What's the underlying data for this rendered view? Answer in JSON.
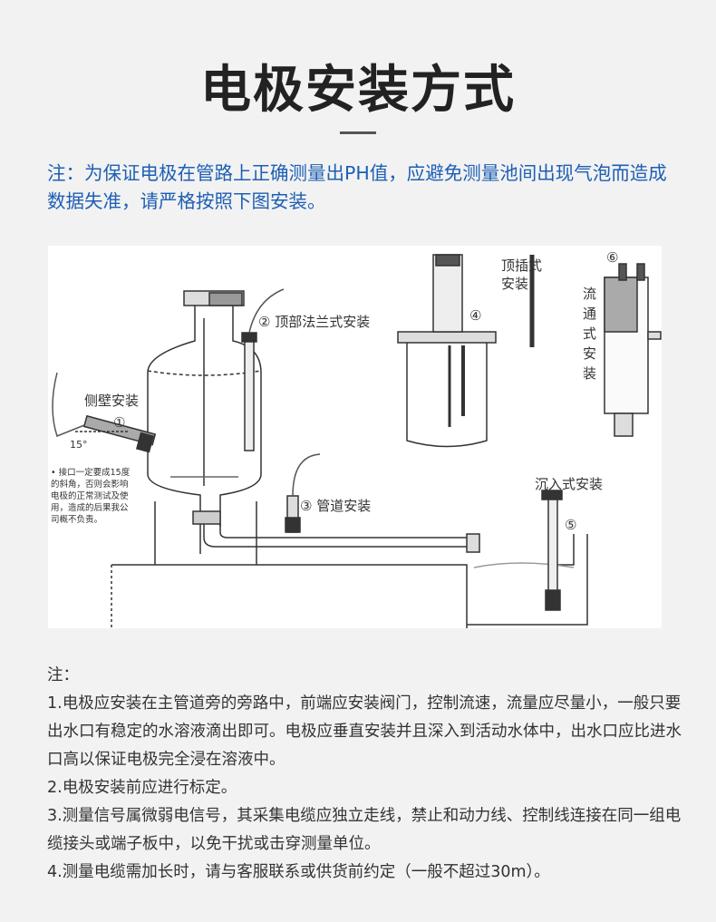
{
  "title": "电极安装方式",
  "top_note": "注：为保证电极在管路上正确测量出PH值，应避免测量池间出现气泡而造成数据失准，请严格按照下图安装。",
  "diagram": {
    "labels": {
      "side_wall": "侧壁安装",
      "top_flange": "② 顶部法兰式安装",
      "pipeline": "③ 管道安装",
      "top_insert_1": "顶插式",
      "top_insert_2": "安装",
      "flow_through": [
        "流",
        "通",
        "式",
        "安",
        "装"
      ],
      "submersible": "沉入式安装",
      "angle": "15°"
    },
    "numbers": [
      "①",
      "④",
      "⑤",
      "⑥"
    ],
    "warning_lines": [
      "• 接口一定要成15度",
      "的斜角，否则会影响",
      "电极的正常测试及使",
      "用，造成的后果我公",
      "司概不负责。"
    ]
  },
  "notes": {
    "heading": "注：",
    "items": [
      "1.电极应安装在主管道旁的旁路中，前端应安装阀门，控制流速，流量应尽量小，一般只要出水口有稳定的水溶液滴出即可。电极应垂直安装并且深入到活动水体中，出水口应比进水口高以保证电极完全浸在溶液中。",
      "2.电极安装前应进行标定。",
      "3.测量信号属微弱电信号，其采集电缆应独立走线，禁止和动力线、控制线连接在同一组电缆接头或端子板中，以免干扰或击穿测量单位。",
      "4.测量电缆需加长时，请与客服联系或供货前约定（一般不超过30m）。"
    ]
  }
}
